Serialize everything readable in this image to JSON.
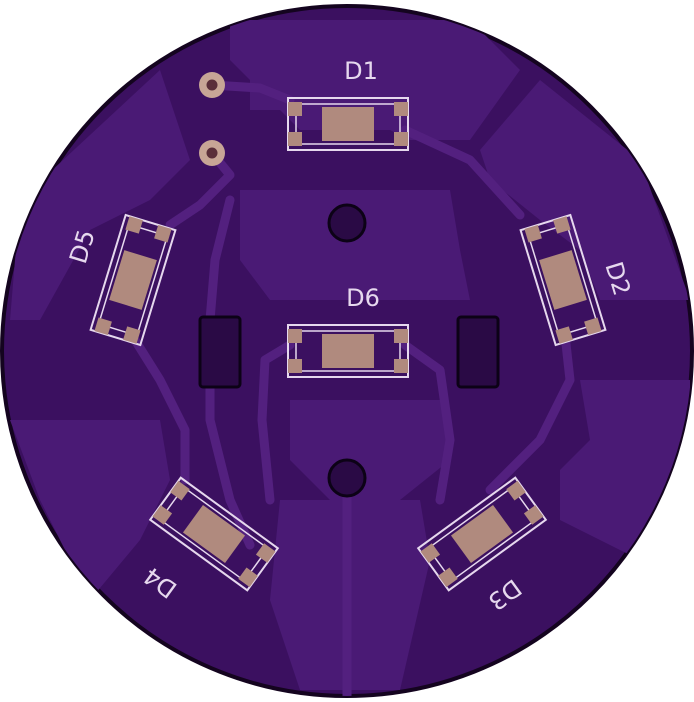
{
  "board": {
    "designators": {
      "d1": "D1",
      "d2": "D2",
      "d3": "D3",
      "d4": "D4",
      "d5": "D5",
      "d6": "D6"
    },
    "colors": {
      "substrate": "#3b1060",
      "copper_pour": "#4a1a75",
      "trace": "#53207f",
      "pad": "#b08a7e",
      "pad_light": "#c7a596",
      "silkscreen": "#e6d8ee",
      "outline": "#14041f",
      "hole": "#2a0a45"
    }
  }
}
